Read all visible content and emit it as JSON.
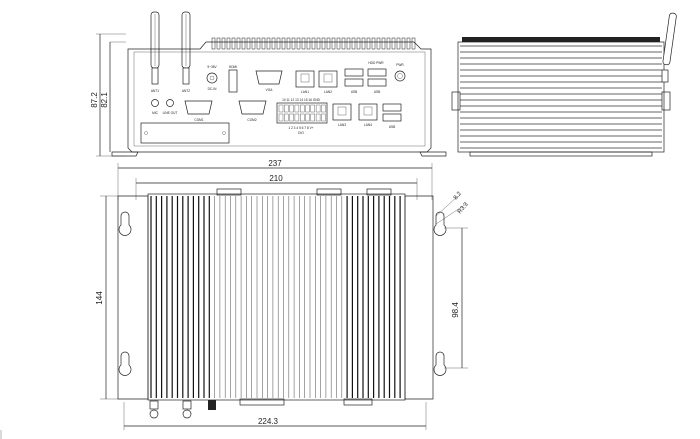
{
  "dimensions": {
    "front_height_outer": "87.2",
    "front_height_inner": "82.1",
    "top_total_width": "237",
    "top_inner_width": "210",
    "top_depth": "144",
    "mount_width": "224.3",
    "hole_spacing": "98.4",
    "slot_width": "8.2",
    "slot_radius": "R3.3"
  },
  "front_labels": {
    "ant1": "ANT1",
    "ant2": "ANT2",
    "dc_in_top": "9~36V",
    "dc_in": "DC-IN",
    "hdmi": "HDMI",
    "vga": "VGA",
    "lan1": "LAN1",
    "lan2": "LAN2",
    "lan3": "LAN3",
    "lan4": "LAN4",
    "usb": "USB",
    "com1": "COM1",
    "com2": "COM2",
    "mic": "MIC",
    "line_out": "LINE OUT",
    "dio": "DIO",
    "dio_pins_top": "10 11 12 13 14 15 16 GND",
    "dio_pins_bottom": "1 2 3 4 5 6 7 8 V+",
    "power": "PWR",
    "leds": "HDD  PWR"
  }
}
